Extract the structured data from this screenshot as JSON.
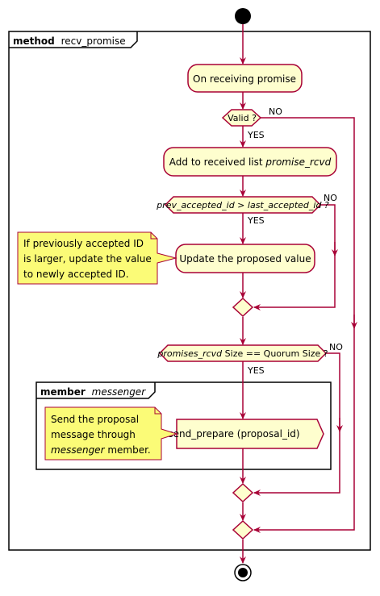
{
  "colors": {
    "arrow": "#a80036",
    "node_fill": "#fefece",
    "node_stroke": "#a80036",
    "note_fill": "#fbfb77",
    "frame": "#000000"
  },
  "frames": {
    "outer": {
      "keyword": "method",
      "name": "recv_promise"
    },
    "inner": {
      "keyword": "member",
      "name": "messenger"
    }
  },
  "nodes": {
    "receive": "On receiving promise",
    "add_prefix": "Add to received list ",
    "add_var": "promise_rcvd",
    "update": "Update the proposed value",
    "send": "send_prepare (proposal_id)"
  },
  "decisions": {
    "valid": {
      "text": "Valid ?"
    },
    "prev": {
      "left": "prev_accepted_id",
      "op": " > ",
      "right": "last_accepted_id",
      "suffix": " ?"
    },
    "quorum": {
      "var": "promises_rcvd",
      "rest": " Size == Quorum Size ?"
    }
  },
  "labels": {
    "yes": "YES",
    "no": "NO"
  },
  "notes": {
    "update_note": [
      "If previously accepted ID",
      "is larger, update the value",
      "to newly accepted ID."
    ],
    "send_note": {
      "line1": "Send the proposal",
      "line2": "message through",
      "line3_var": "messenger",
      "line3_rest": " member."
    }
  }
}
